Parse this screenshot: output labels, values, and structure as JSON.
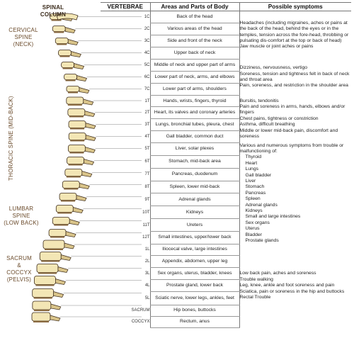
{
  "labels": {
    "title": "SPINAL\nCOLUMN",
    "cervical": "CERVICAL\nSPINE\n(NECK)",
    "thoracic": "THORACIC SPINE\n(MID-BACK)",
    "lumbar": "LUMBAR\nSPINE\n(LOW BACK)",
    "sacrum": "SACRUM\n&\nCOCCYX\n(PELVIS)"
  },
  "headers": {
    "vertebrae": "VERTEBRAE",
    "areas": "Areas and Parts of Body",
    "symptoms": "Possible symptoms"
  },
  "colors": {
    "bone": "#f3e6b5",
    "bone_stroke": "#3b2a1a",
    "shade": "#d9c48a",
    "accent_text": "#6a4a2a"
  },
  "rows": [
    {
      "v": "1C",
      "area": "Back of the head"
    },
    {
      "v": "2C",
      "area": "Various areas of the head"
    },
    {
      "v": "3C",
      "area": "Side and front of the neck"
    },
    {
      "v": "4C",
      "area": "Upper back of neck"
    },
    {
      "v": "5C",
      "area": "Middle of neck and upper part of arms"
    },
    {
      "v": "6C",
      "area": "Lower part of neck, arms, and elbows"
    },
    {
      "v": "7C",
      "area": "Lower part of arms, shoulders"
    },
    {
      "v": "1T",
      "area": "Hands, wrists, fingers, thyroid"
    },
    {
      "v": "2T",
      "area": "Heart, its valves and coronary arteries"
    },
    {
      "v": "3T",
      "area": "Lungs, bronchial tubes, pleura, chest"
    },
    {
      "v": "4T",
      "area": "Gall bladder, common duct"
    },
    {
      "v": "5T",
      "area": "Liver, solar plexes"
    },
    {
      "v": "6T",
      "area": "Stomach, mid-back area"
    },
    {
      "v": "7T",
      "area": "Pancreas, duodenum"
    },
    {
      "v": "8T",
      "area": "Spleen, lower mid-back"
    },
    {
      "v": "9T",
      "area": "Adrenal glands"
    },
    {
      "v": "10T",
      "area": "Kidneys"
    },
    {
      "v": "11T",
      "area": "Ureters"
    },
    {
      "v": "12T",
      "area": "Small intestines, upper/lower back"
    },
    {
      "v": "1L",
      "area": "Iliocecal valve, large intestines"
    },
    {
      "v": "2L",
      "area": "Appendix, abdomen, upper leg"
    },
    {
      "v": "3L",
      "area": "Sex organs, uterus, bladder, knees"
    },
    {
      "v": "4L",
      "area": "Prostate gland, lower back"
    },
    {
      "v": "5L",
      "area": "Sciatic nerve, lower legs, ankles, feet"
    },
    {
      "v": "SACRUM",
      "area": "Hip bones, buttocks"
    },
    {
      "v": "COCCYX",
      "area": "Rectum, anus"
    }
  ],
  "symptoms": [
    {
      "span": 4,
      "text": "Headaches (including migraines, aches or pains at the back of the head, behind the eyes or in the temples, tension across the fore-head, throbbing or pulsating dis-comfort at the top or back of head)\nJaw muscle or joint aches or pains"
    },
    {
      "span": 3,
      "text": "Dizziness, nervousness, vertigo\nSoreness, tension and tightness felt in back of neck and throat area\nPain, soreness, and restriction in the shoulder area"
    },
    {
      "span": 4,
      "text": "Bursitis, tendonitis\nPain and soreness in arms, hands, elbows and/or fingers\nChest pains, tightness or constriction\nAsthma, difficult breathing\nMiddle or lower mid-back pain, discomfort and soreness"
    },
    {
      "span": 8,
      "text": "Various and numerous symptoms from trouble or malfunctioning of:",
      "items": [
        "Thyroid",
        "Heart",
        "Lungs",
        "Gall bladder",
        "Liver",
        "Stomach",
        "Pancreas",
        "Spleen",
        "Adrenal glands",
        "Kidneys",
        "Small and large intestines",
        "Sex organs",
        "Uterus",
        "Bladder",
        "Prostate glands"
      ]
    },
    {
      "span": 7,
      "text": "Low back pain, aches and soreness\nTrouble walking\nLeg, knee, ankle and foot soreness and pain\nSciatica, pain or soreness in the hip and buttocks\nRectal Trouble"
    }
  ]
}
